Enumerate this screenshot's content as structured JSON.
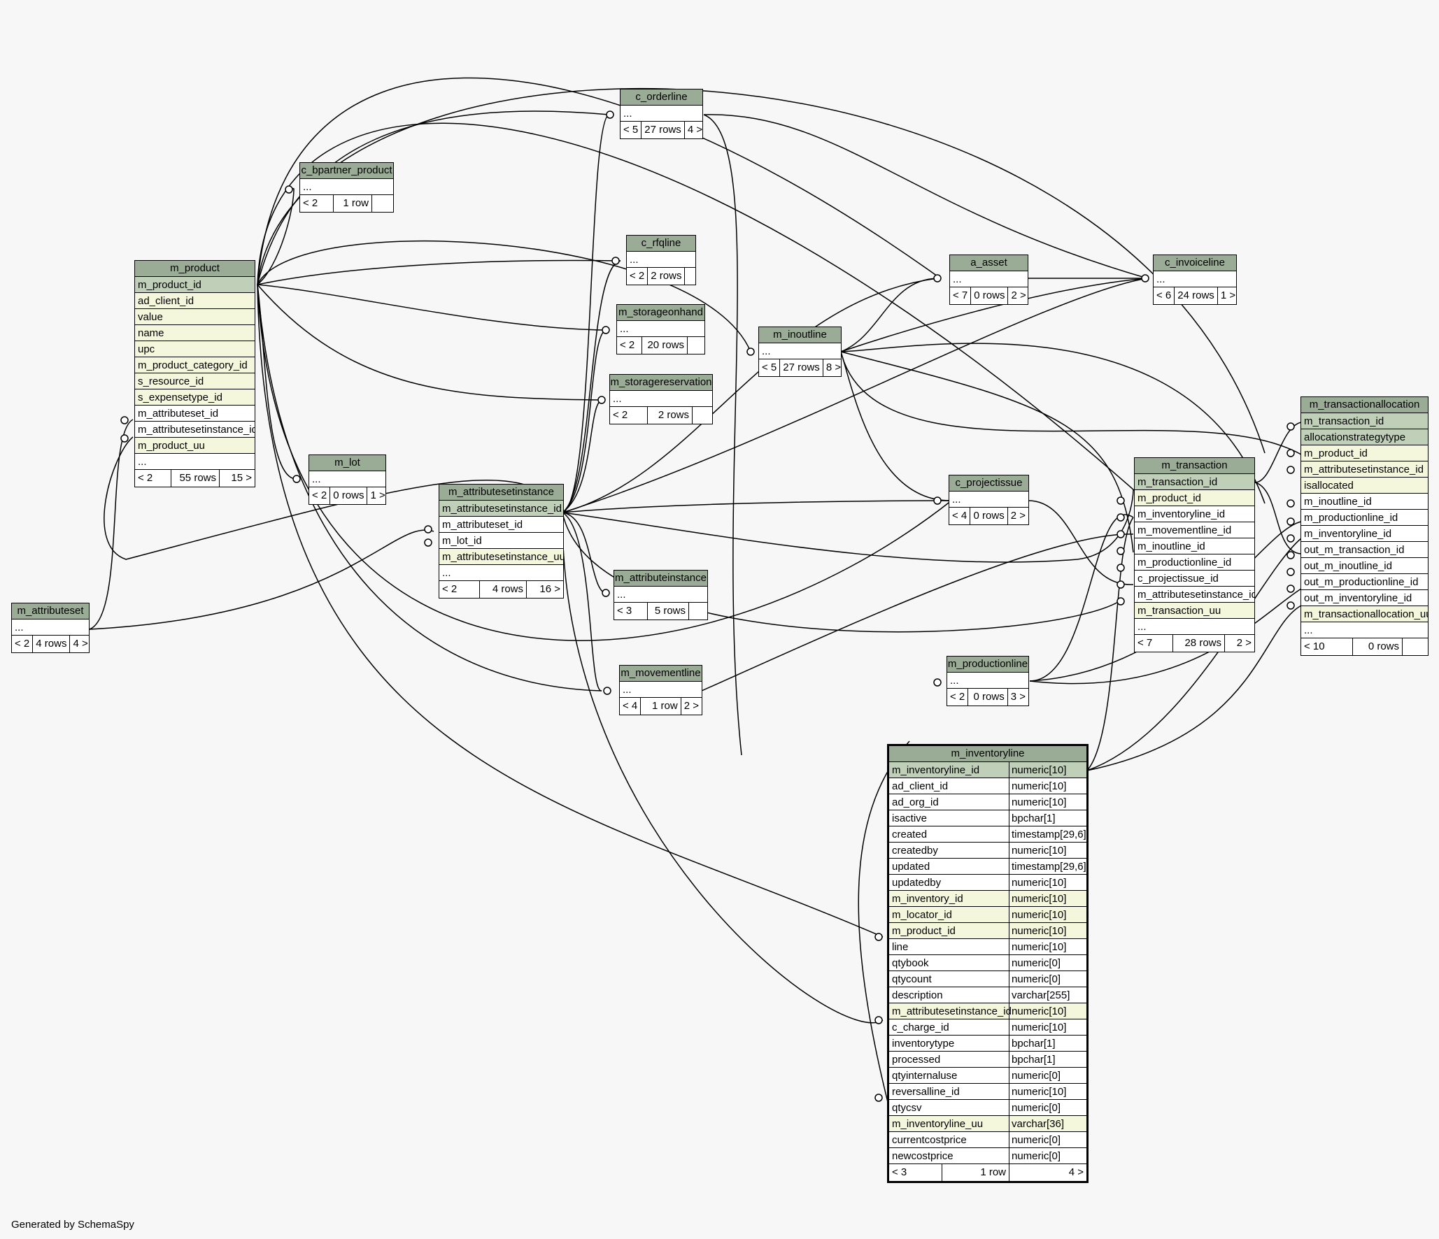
{
  "footer": "Generated by SchemaSpy",
  "tables": {
    "c_orderline": {
      "name": "c_orderline",
      "rows": [
        "..."
      ],
      "foot": [
        "< 5",
        "27 rows",
        "4 >"
      ]
    },
    "c_bpartner_product": {
      "name": "c_bpartner_product",
      "rows": [
        "..."
      ],
      "foot": [
        "< 2",
        "1 row",
        ""
      ]
    },
    "c_rfqline": {
      "name": "c_rfqline",
      "rows": [
        "..."
      ],
      "foot": [
        "< 2",
        "2 rows",
        ""
      ]
    },
    "m_storageonhand": {
      "name": "m_storageonhand",
      "rows": [
        "..."
      ],
      "foot": [
        "< 2",
        "20 rows",
        ""
      ]
    },
    "m_storagereservation": {
      "name": "m_storagereservation",
      "rows": [
        "..."
      ],
      "foot": [
        "< 2",
        "2 rows",
        ""
      ]
    },
    "m_inoutline": {
      "name": "m_inoutline",
      "rows": [
        "..."
      ],
      "foot": [
        "< 5",
        "27 rows",
        "8 >"
      ]
    },
    "a_asset": {
      "name": "a_asset",
      "rows": [
        "..."
      ],
      "foot": [
        "< 7",
        "0 rows",
        "2 >"
      ]
    },
    "c_invoiceline": {
      "name": "c_invoiceline",
      "rows": [
        "..."
      ],
      "foot": [
        "< 6",
        "24 rows",
        "1 >"
      ]
    },
    "m_product": {
      "name": "m_product",
      "rows": [
        "m_product_id",
        "ad_client_id",
        "value",
        "name",
        "upc",
        "m_product_category_id",
        "s_resource_id",
        "s_expensetype_id",
        "m_attributeset_id",
        "m_attributesetinstance_id",
        "m_product_uu",
        "..."
      ],
      "foot": [
        "< 2",
        "55 rows",
        "15 >"
      ]
    },
    "m_lot": {
      "name": "m_lot",
      "rows": [
        "..."
      ],
      "foot": [
        "< 2",
        "0 rows",
        "1 >"
      ]
    },
    "m_attributesetinstance": {
      "name": "m_attributesetinstance",
      "rows": [
        "m_attributesetinstance_id",
        "m_attributeset_id",
        "m_lot_id",
        "m_attributesetinstance_uu",
        "..."
      ],
      "foot": [
        "< 2",
        "4 rows",
        "16 >"
      ]
    },
    "c_projectissue": {
      "name": "c_projectissue",
      "rows": [
        "..."
      ],
      "foot": [
        "< 4",
        "0 rows",
        "2 >"
      ]
    },
    "m_attributeinstance": {
      "name": "m_attributeinstance",
      "rows": [
        "..."
      ],
      "foot": [
        "< 3",
        "5 rows",
        ""
      ]
    },
    "m_movementline": {
      "name": "m_movementline",
      "rows": [
        "..."
      ],
      "foot": [
        "< 4",
        "1 row",
        "2 >"
      ]
    },
    "m_productionline": {
      "name": "m_productionline",
      "rows": [
        "..."
      ],
      "foot": [
        "< 2",
        "0 rows",
        "3 >"
      ]
    },
    "m_attributeset": {
      "name": "m_attributeset",
      "rows": [
        "..."
      ],
      "foot": [
        "< 2",
        "4 rows",
        "4 >"
      ]
    },
    "m_transaction": {
      "name": "m_transaction",
      "rows": [
        "m_transaction_id",
        "m_product_id",
        "m_inventoryline_id",
        "m_movementline_id",
        "m_inoutline_id",
        "m_productionline_id",
        "c_projectissue_id",
        "m_attributesetinstance_id",
        "m_transaction_uu",
        "..."
      ],
      "foot": [
        "< 7",
        "28 rows",
        "2 >"
      ]
    },
    "m_transactionallocation": {
      "name": "m_transactionallocation",
      "rows": [
        "m_transaction_id",
        "allocationstrategytype",
        "m_product_id",
        "m_attributesetinstance_id",
        "isallocated",
        "m_inoutline_id",
        "m_productionline_id",
        "m_inventoryline_id",
        "out_m_transaction_id",
        "out_m_inoutline_id",
        "out_m_productionline_id",
        "out_m_inventoryline_id",
        "m_transactionallocation_uu",
        "..."
      ],
      "foot": [
        "< 10",
        "0 rows",
        ""
      ]
    },
    "m_inventoryline": {
      "name": "m_inventoryline",
      "columns": [
        [
          "m_inventoryline_id",
          "numeric[10]"
        ],
        [
          "ad_client_id",
          "numeric[10]"
        ],
        [
          "ad_org_id",
          "numeric[10]"
        ],
        [
          "isactive",
          "bpchar[1]"
        ],
        [
          "created",
          "timestamp[29,6]"
        ],
        [
          "createdby",
          "numeric[10]"
        ],
        [
          "updated",
          "timestamp[29,6]"
        ],
        [
          "updatedby",
          "numeric[10]"
        ],
        [
          "m_inventory_id",
          "numeric[10]"
        ],
        [
          "m_locator_id",
          "numeric[10]"
        ],
        [
          "m_product_id",
          "numeric[10]"
        ],
        [
          "line",
          "numeric[10]"
        ],
        [
          "qtybook",
          "numeric[0]"
        ],
        [
          "qtycount",
          "numeric[0]"
        ],
        [
          "description",
          "varchar[255]"
        ],
        [
          "m_attributesetinstance_id",
          "numeric[10]"
        ],
        [
          "c_charge_id",
          "numeric[10]"
        ],
        [
          "inventorytype",
          "bpchar[1]"
        ],
        [
          "processed",
          "bpchar[1]"
        ],
        [
          "qtyinternaluse",
          "numeric[0]"
        ],
        [
          "reversalline_id",
          "numeric[10]"
        ],
        [
          "qtycsv",
          "numeric[0]"
        ],
        [
          "m_inventoryline_uu",
          "varchar[36]"
        ],
        [
          "currentcostprice",
          "numeric[0]"
        ],
        [
          "newcostprice",
          "numeric[0]"
        ]
      ],
      "foot": [
        "< 3",
        "1 row",
        "4 >"
      ]
    }
  }
}
